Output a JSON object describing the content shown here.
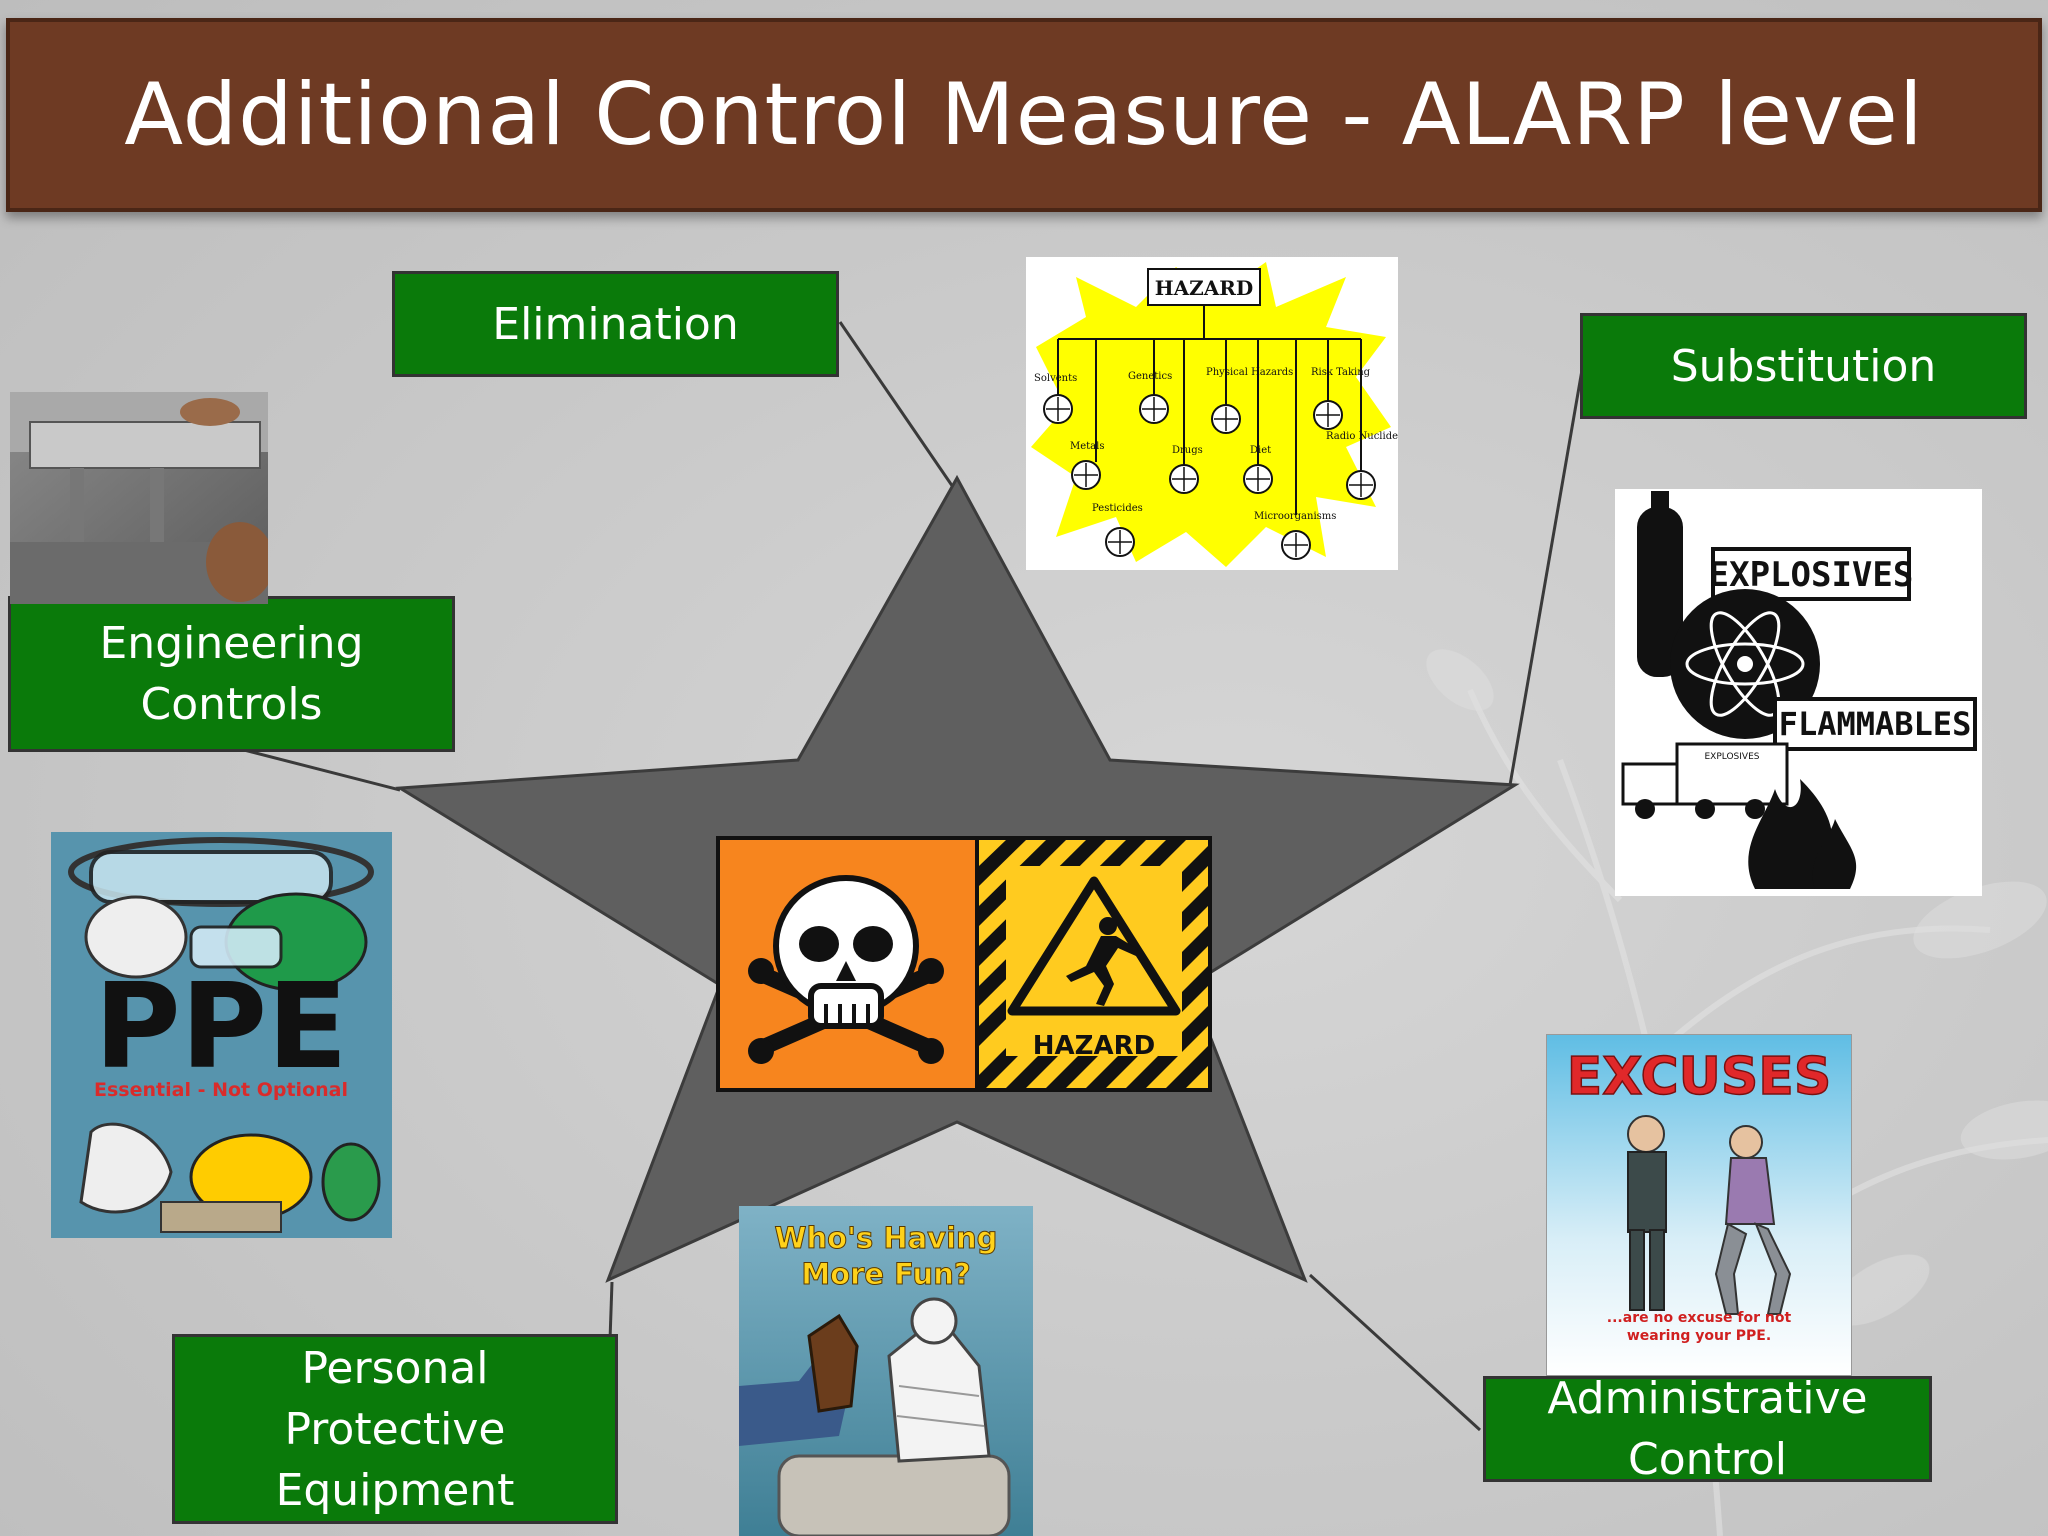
{
  "title": "Additional Control Measure - ALARP level",
  "labels": {
    "elimination": "Elimination",
    "substitution": "Substitution",
    "engineering": "Engineering\nControls",
    "ppe": "Personal\nProtective\nEquipment",
    "administrative": "Administrative\nControl"
  },
  "images": {
    "hazard_chart": {
      "header": "HAZARD",
      "items": [
        "Solvents",
        "Genetics",
        "Physical Hazards",
        "Risk Taking",
        "Metals",
        "Drugs",
        "Diet",
        "Radio Nuclides",
        "Pesticides",
        "Microorganisms"
      ]
    },
    "substitution_poster": {
      "top": "EXPLOSIVES",
      "bottom": "FLAMMABLES",
      "truck": "EXPLOSIVES"
    },
    "center_sign": {
      "label": "HAZARD"
    },
    "ppe_poster": {
      "big": "PPE",
      "sub": "Essential - Not Optional"
    },
    "fun_poster": {
      "line1": "Who's Having",
      "line2": "More Fun?"
    },
    "excuses_poster": {
      "title": "EXCUSES",
      "line1": "...are no excuse for not",
      "line2": "wearing your PPE."
    }
  },
  "colors": {
    "title_bg": "#6e3a23",
    "label_bg": "#0a7a0a",
    "star": "#5f5f5f",
    "hazard_yellow": "#ffff00",
    "warning_orange": "#f7851e"
  }
}
